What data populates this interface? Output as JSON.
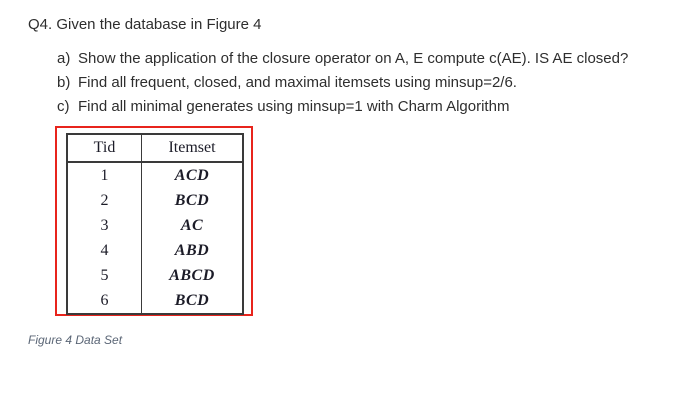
{
  "question": {
    "title": "Q4. Given the database in Figure 4",
    "items": [
      {
        "label": "a)",
        "text": "Show the application of the closure operator on A, E compute c(AE). IS AE closed?"
      },
      {
        "label": "b)",
        "text": "Find all frequent, closed, and maximal itemsets using minsup=2/6."
      },
      {
        "label": "c)",
        "text": "Find all minimal generates using minsup=1 with Charm Algorithm"
      }
    ]
  },
  "table": {
    "headers": [
      "Tid",
      "Itemset"
    ],
    "rows": [
      {
        "tid": "1",
        "itemset": "ACD"
      },
      {
        "tid": "2",
        "itemset": "BCD"
      },
      {
        "tid": "3",
        "itemset": "AC"
      },
      {
        "tid": "4",
        "itemset": "ABD"
      },
      {
        "tid": "5",
        "itemset": "ABCD"
      },
      {
        "tid": "6",
        "itemset": "BCD"
      }
    ]
  },
  "caption": "Figure 4 Data Set",
  "colors": {
    "highlight_border": "#e8241c",
    "table_border": "#3a3a3a",
    "body_text": "#2e2e2e",
    "table_text": "#1c1c28",
    "caption_text": "#5b6676"
  }
}
